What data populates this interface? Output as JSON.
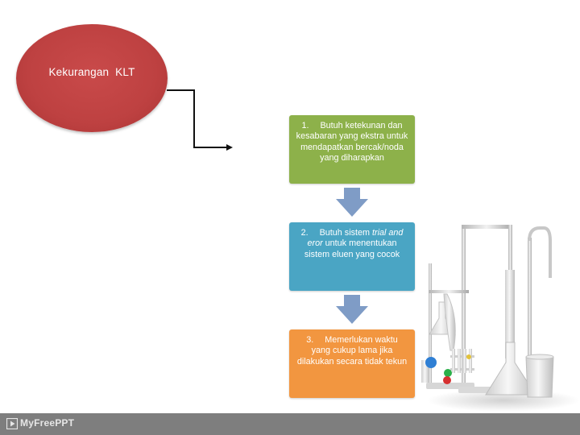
{
  "diagram": {
    "title": "Kekurangan  KLT",
    "steps": [
      {
        "number": "1.",
        "text_before": "Butuh ketekunan dan kesabaran yang ekstra untuk mendapatkan bercak/noda yang diharapkan",
        "italic": "",
        "text_after": ""
      },
      {
        "number": "2.",
        "text_before": "Butuh sistem ",
        "italic": "trial and eror",
        "text_after": " untuk menentukan sistem eluen yang cocok"
      },
      {
        "number": "3.",
        "text_before": "Memerlukan waktu yang cukup lama jika dilakukan secara tidak tekun",
        "italic": "",
        "text_after": ""
      }
    ]
  },
  "colors": {
    "title_oval": "#be4141",
    "step_1": "#8db14a",
    "step_2": "#4aa5c4",
    "step_3": "#f29640",
    "flow_arrow": "#7f9cc6",
    "footer": "#7e7e7e"
  },
  "footer": {
    "brand": "MyFreePPT"
  },
  "icons": {
    "flow_arrow": "down-arrow-icon",
    "footer_logo": "play-icon"
  }
}
